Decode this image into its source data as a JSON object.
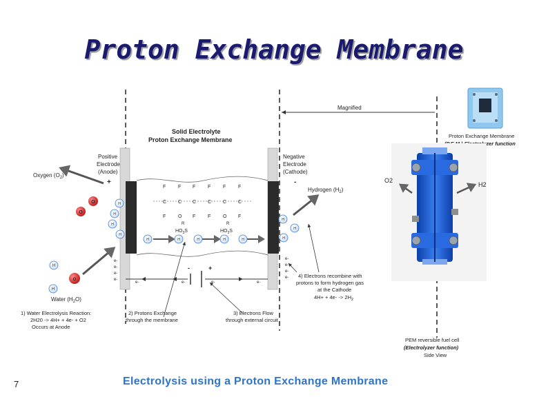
{
  "slide": {
    "title": "Proton Exchange Membrane",
    "number": "7",
    "caption": "Electrolysis using a Proton Exchange Membrane"
  },
  "diagram": {
    "magnified": "Magnified",
    "membrane_title_1": "Solid Electrolyte",
    "membrane_title_2": "Proton Exchange Membrane",
    "pos_electrode": [
      "Positive",
      "Electrode",
      "(Anode)"
    ],
    "neg_electrode": [
      "Negative",
      "Electrode",
      "(Cathode)"
    ],
    "plus_sign": "+",
    "minus_sign": "-",
    "oxygen_label": "Oxygen (O",
    "oxygen_sub": "2",
    "hydrogen_label": "Hydrogen (H",
    "hydrogen_sub": "2",
    "water_label": "Water (H",
    "water_sub": "2",
    "water_tail": "O)",
    "o_atom": "O",
    "h_atom": "H",
    "electron": "e-",
    "fluorine": "F",
    "carbon": "C",
    "oxy_chain": "O",
    "r_group": "R",
    "ho3s": "HO",
    "ho3s_sub": "3",
    "ho3s_tail": "S",
    "step1": [
      "1) Water Electrolysis Reaction:",
      "2H20 -> 4H+ + 4e- + O2",
      "Occurs at Anode"
    ],
    "step2": [
      "2) Protons Exchange",
      "through the membrane"
    ],
    "step3": [
      "3) Electrons Flow",
      "through external circuit"
    ],
    "step4": [
      "4) Electrons recombine with",
      "protons to form hydrogen gas",
      "at the Cathode",
      "4H+ + 4e- -> 2H",
      "2"
    ],
    "pem_label_1": "Proton Exchange Membrane",
    "pem_label_2": "(P.E.M.) Electrolyzer function",
    "o2_side": "O2",
    "h2_side": "H2",
    "fuel_cell": [
      "PEM reversible fuel cell",
      "(Electrolyzer function)",
      "Side View"
    ]
  },
  "colors": {
    "title": "#1a1a6e",
    "caption": "#2e74c9",
    "oxygen": "#d22b2b",
    "hydrogen": "#3d7fd6",
    "cell_blue": "#1e5fd1",
    "electrode": "#2b2b2b"
  }
}
